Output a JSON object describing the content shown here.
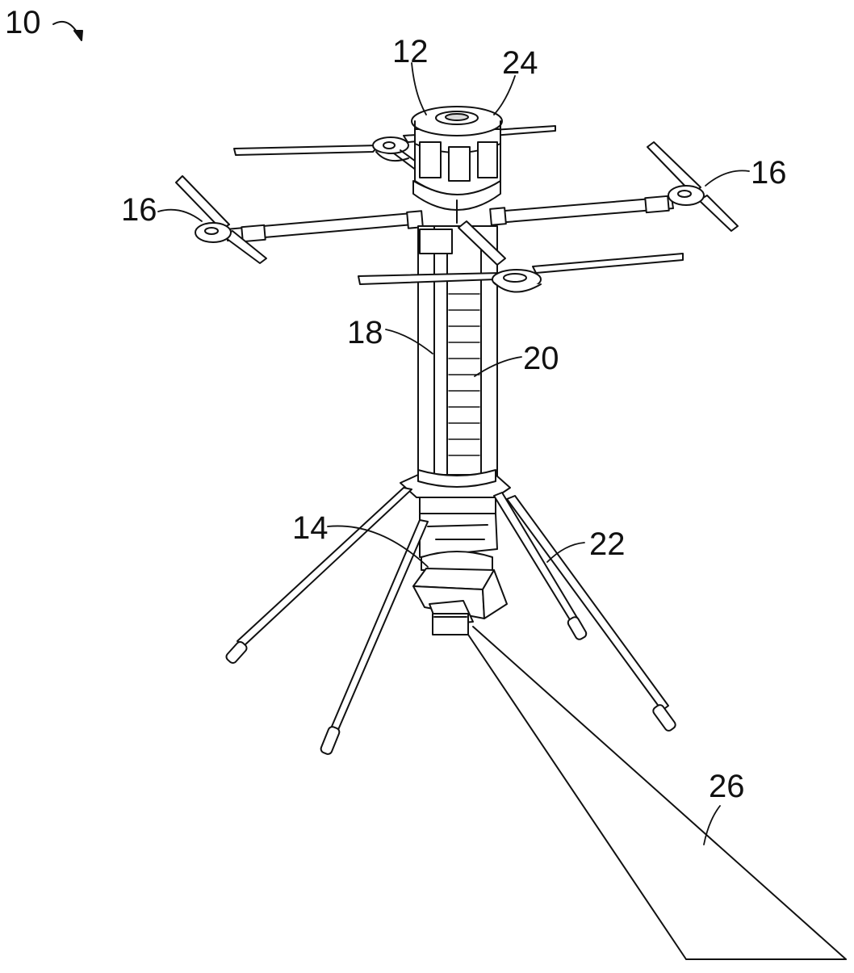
{
  "figure": {
    "reference_labels": {
      "device": "10",
      "top_unit": "12",
      "camera": "14",
      "rotor_left": "16",
      "rotor_right": "16",
      "mast": "18",
      "mast_segments": "20",
      "legs": "22",
      "housing_ring": "24",
      "projection": "26"
    },
    "colors": {
      "ink": "#111111",
      "paper": "#ffffff",
      "shade": "#dcdcdc"
    }
  }
}
